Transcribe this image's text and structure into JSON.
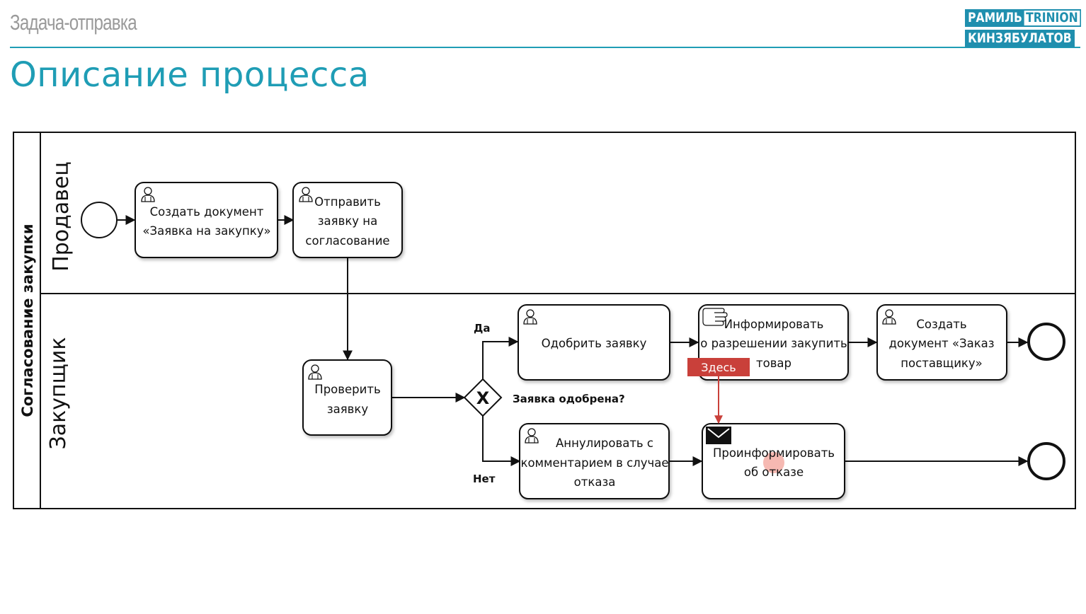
{
  "slide": {
    "topic": "Задача-отправка",
    "title": "Описание процесса"
  },
  "logo": {
    "line1_left": "РАМИЛЬ",
    "line1_right": "TRINION",
    "line2": "КИНЗЯБУЛАТОВ"
  },
  "pool": {
    "name": "Согласование закупки",
    "lanes": [
      "Продавец",
      "Закупщик"
    ]
  },
  "tasks": {
    "create_doc": [
      "Создать документ",
      "«Заявка на закупку»"
    ],
    "send_approval": [
      "Отправить",
      "заявку на",
      "согласование"
    ],
    "check": [
      "Проверить",
      "заявку"
    ],
    "approve": [
      "Одобрить заявку"
    ],
    "inform_allow": [
      "Информировать",
      "о разрешении закупить",
      "товар"
    ],
    "create_order": [
      "Создать",
      "документ «Заказ",
      "поставщику»"
    ],
    "cancel": [
      "Аннулировать с",
      "комментарием в случае",
      "отказа"
    ],
    "inform_reject": [
      "Проинформировать",
      "об отказе"
    ]
  },
  "gateway": {
    "symbol": "X",
    "question": "Заявка одобрена?",
    "yes": "Да",
    "no": "Нет"
  },
  "annotation": {
    "label": "Здесь",
    "color": "#c9403a"
  }
}
